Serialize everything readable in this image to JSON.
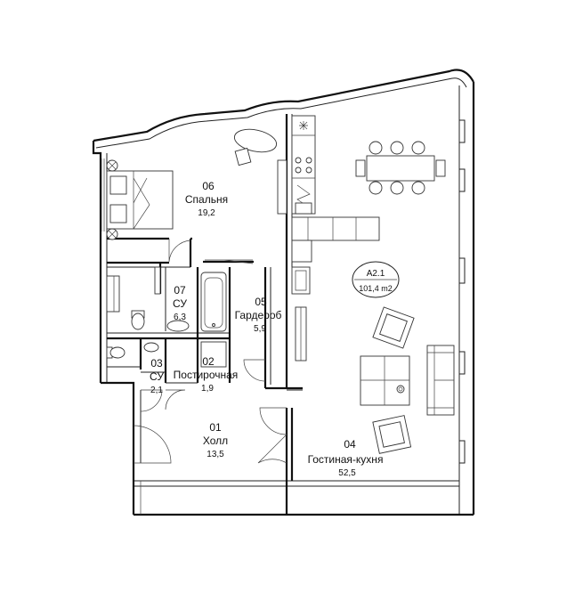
{
  "apartment": {
    "code": "A2.1",
    "total_area": "101,4 m2"
  },
  "rooms": [
    {
      "id": "bedroom",
      "number": "06",
      "name": "Спальня",
      "area": "19,2"
    },
    {
      "id": "bathroom-07",
      "number": "07",
      "name": "СУ",
      "area": "6,3"
    },
    {
      "id": "wardrobe",
      "number": "05",
      "name": "Гардероб",
      "area": "5,9"
    },
    {
      "id": "bathroom-03",
      "number": "03",
      "name": "СУ",
      "area": "2,1"
    },
    {
      "id": "guest-bathroom",
      "number": "02",
      "name": "Постирочная",
      "area": "1,9"
    },
    {
      "id": "hall",
      "number": "01",
      "name": "Холл",
      "area": "13,5"
    },
    {
      "id": "living-kitchen",
      "number": "04",
      "name": "Гостиная-кухня",
      "area": "52,5"
    }
  ],
  "icons": [
    "bed-icon",
    "dining-table-icon",
    "armchair-icon",
    "sofa-icon",
    "bathtub-icon",
    "toilet-icon",
    "sink-icon",
    "shower-icon",
    "stove-icon",
    "lamp-icon",
    "door-icon"
  ]
}
